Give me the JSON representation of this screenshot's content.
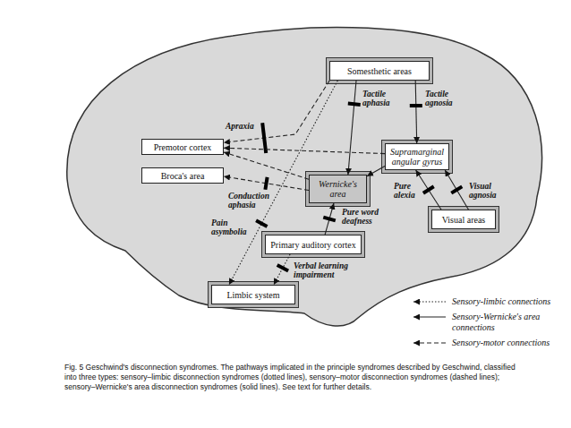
{
  "diagram": {
    "caption": "Fig. 5 Geschwind's disconnection syndromes. The pathways implicated in the principle syndromes described by Geschwind, classified into three types: sensory–limbic disconnection syndromes (dotted lines), sensory–motor disconnection syndromes (dashed lines); sensory–Wernicke's area disconnection syndromes (solid lines). See text for further details.",
    "nodes": [
      {
        "text": [
          "Somesthetic areas"
        ]
      },
      {
        "text": [
          "Premotor cortex"
        ]
      },
      {
        "text": [
          "Broca's area"
        ]
      },
      {
        "text": [
          "Supramarginal angular gyrus"
        ]
      },
      {
        "text": [
          "Wernicke's area"
        ]
      },
      {
        "text": [
          "Visual areas"
        ]
      },
      {
        "text": [
          "Primary auditory cortex"
        ]
      },
      {
        "text": [
          "Limbic system"
        ]
      }
    ],
    "edges": [
      {
        "from": 0,
        "to": 4,
        "arrow": "to",
        "label": "Tactile aphasia"
      },
      {
        "from": 0,
        "to": 3,
        "arrow": "to",
        "label": "Tactile agnosia"
      },
      {
        "from": 0,
        "to": 1,
        "arrow": "to",
        "label": "Apraxia"
      },
      {
        "from": 3,
        "to": 1,
        "arrow": "to"
      },
      {
        "from": 4,
        "to": 1,
        "arrow": "to"
      },
      {
        "from": 4,
        "to": 2,
        "arrow": "to",
        "label": "Conduction aphasia"
      },
      {
        "from": 0,
        "to": 7,
        "arrow": "to",
        "label": "Pain asymbolia"
      },
      {
        "from": 6,
        "to": 4,
        "arrow": "to",
        "label": "Pure word deafness"
      },
      {
        "from": 6,
        "to": 7,
        "arrow": "to",
        "label": "Verbal learning impairment"
      },
      {
        "from": 5,
        "to": 3,
        "arrow": "to",
        "label": "Pure alexia"
      },
      {
        "from": 5,
        "to": 3,
        "arrow": "to",
        "label": "Visual agnosia"
      },
      {
        "from": 3,
        "to": 4,
        "arrow": "to"
      }
    ],
    "legend": [
      {
        "text": "Sensory-limbic connections"
      },
      {
        "text": "Sensory-Wernicke's area connections"
      },
      {
        "text": "Sensory-motor connections"
      }
    ]
  }
}
